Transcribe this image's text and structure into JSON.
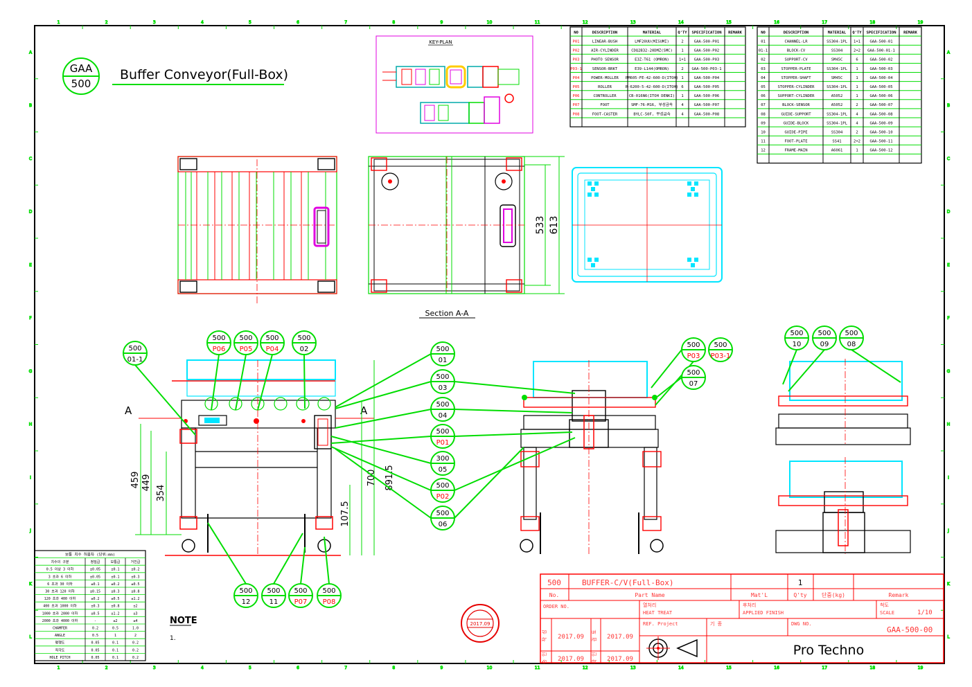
{
  "header": {
    "badge_top": "GAA",
    "badge_bottom": "500",
    "title": "Buffer Conveyor(Full-Box)"
  },
  "key_plan": {
    "label": "KEY-PLAN"
  },
  "section_label": "Section  A-A",
  "section_marks": [
    "A",
    "A"
  ],
  "dimensions": {
    "top": [
      "533",
      "613"
    ],
    "front": [
      "459",
      "449",
      "354",
      "107.5",
      "700",
      "891.5"
    ]
  },
  "bom_left": {
    "headers": [
      "NO",
      "DESCRIPTION",
      "MATERIAL",
      "Q'TY",
      "SPECIFICATION",
      "REMARK"
    ],
    "rows": [
      [
        "P01",
        "LINEAR-BUSH",
        "LMF20UU(MISUMI)",
        "2",
        "GAA-500-P01",
        ""
      ],
      [
        "P02",
        "AIR-CYLINDER",
        "CDQ2B32-20DMZ(SMC)",
        "1",
        "GAA-500-P02",
        ""
      ],
      [
        "P03",
        "PHOTO SENSOR",
        "E3Z-T61 (OMRON)",
        "1+1",
        "GAA-500-P03",
        ""
      ],
      [
        "P03-1",
        "SENSOR-BRKT",
        "E39-L144(OMRON)",
        "2",
        "GAA-500-P03-1",
        ""
      ],
      [
        "P04",
        "POWER-MOLLER",
        "PM605-FE-42-600-D(ITOH)",
        "1",
        "GAA-500-P04",
        ""
      ],
      [
        "P05",
        "ROLLER",
        "R-6200-5-42-600-D(ITOH)",
        "6",
        "GAA-500-P05",
        ""
      ],
      [
        "P06",
        "CONTROLLER",
        "CB-016N6(ITOH DENKI)",
        "1",
        "GAA-500-P06",
        ""
      ],
      [
        "P07",
        "FOOT",
        "SMF-76-M16, 부성금속",
        "4",
        "GAA-500-P07",
        ""
      ],
      [
        "P08",
        "FOOT-CASTER",
        "BYLC-50F, 부성금속",
        "4",
        "GAA-500-P08",
        ""
      ],
      [
        "",
        "",
        "",
        "",
        "",
        ""
      ]
    ]
  },
  "bom_right": {
    "headers": [
      "NO",
      "DESCRIPTION",
      "MATERIAL",
      "Q'TY",
      "SPECIFICATION",
      "REMARK"
    ],
    "rows": [
      [
        "01",
        "CHANNEL-LR",
        "SS304-1PL",
        "1+1",
        "GAA-500-01",
        ""
      ],
      [
        "01-1",
        "BLOCK-CV",
        "SS304",
        "2+2",
        "GAA-500-01-1",
        ""
      ],
      [
        "02",
        "SUPPORT-CV",
        "SM45C",
        "6",
        "GAA-500-02",
        ""
      ],
      [
        "03",
        "STOPPER-PLATE",
        "SS304-1PL",
        "1",
        "GAA-500-03",
        ""
      ],
      [
        "04",
        "STOPPER-SHAFT",
        "SM45C",
        "1",
        "GAA-500-04",
        ""
      ],
      [
        "05",
        "STOPPER-CYLINDER",
        "SS304-1PL",
        "1",
        "GAA-500-05",
        ""
      ],
      [
        "06",
        "SUPPORT-CYLINDER",
        "A5052",
        "1",
        "GAA-500-06",
        ""
      ],
      [
        "07",
        "BLOCK-SENSOR",
        "A5052",
        "2",
        "GAA-500-07",
        ""
      ],
      [
        "08",
        "GUIDE-SUPPORT",
        "SS304-1PL",
        "4",
        "GAA-500-08",
        ""
      ],
      [
        "09",
        "GUIDE-BLOCK",
        "SS304-1PL",
        "4",
        "GAA-500-09",
        ""
      ],
      [
        "10",
        "GUIDE-PIPE",
        "SS304",
        "2",
        "GAA-500-10",
        ""
      ],
      [
        "11",
        "FOOT-PLATE",
        "SS41",
        "2+2",
        "GAA-500-11",
        ""
      ],
      [
        "12",
        "FRAME-MAIN",
        "A6061",
        "1",
        "GAA-500-12",
        ""
      ],
      [
        "",
        "",
        "",
        "",
        "",
        ""
      ]
    ]
  },
  "balloons": [
    {
      "top": "500",
      "bottom": "01-1",
      "red": false
    },
    {
      "top": "500",
      "bottom": "P06",
      "red": true
    },
    {
      "top": "500",
      "bottom": "P05",
      "red": true
    },
    {
      "top": "500",
      "bottom": "P04",
      "red": true
    },
    {
      "top": "500",
      "bottom": "02",
      "red": false
    },
    {
      "top": "500",
      "bottom": "01",
      "red": false
    },
    {
      "top": "500",
      "bottom": "03",
      "red": false
    },
    {
      "top": "500",
      "bottom": "04",
      "red": false
    },
    {
      "top": "500",
      "bottom": "P01",
      "red": true
    },
    {
      "top": "300",
      "bottom": "05",
      "red": false
    },
    {
      "top": "500",
      "bottom": "P02",
      "red": true
    },
    {
      "top": "500",
      "bottom": "06",
      "red": false
    },
    {
      "top": "500",
      "bottom": "12",
      "red": false
    },
    {
      "top": "500",
      "bottom": "11",
      "red": false
    },
    {
      "top": "500",
      "bottom": "P07",
      "red": true
    },
    {
      "top": "500",
      "bottom": "P08",
      "red": true
    },
    {
      "top": "500",
      "bottom": "P03",
      "red": true
    },
    {
      "top": "500",
      "bottom": "P03-1",
      "red": true
    },
    {
      "top": "500",
      "bottom": "07",
      "red": false
    },
    {
      "top": "500",
      "bottom": "10",
      "red": false
    },
    {
      "top": "500",
      "bottom": "09",
      "red": false
    },
    {
      "top": "500",
      "bottom": "08",
      "red": false
    }
  ],
  "tolerance_table": {
    "title": "보통 치수 허용차 (단위:mm)",
    "rows": [
      [
        "치수의 구분",
        "정밀급",
        "보통급",
        "거친급"
      ],
      [
        "0.5 이상 3 이하",
        "±0.05",
        "±0.1",
        "±0.2"
      ],
      [
        "3 초과 6 이하",
        "±0.05",
        "±0.1",
        "±0.3"
      ],
      [
        "6 초과 30 이하",
        "±0.1",
        "±0.2",
        "±0.5"
      ],
      [
        "30 초과 120 이하",
        "±0.15",
        "±0.3",
        "±0.8"
      ],
      [
        "120 초과 400 이하",
        "±0.2",
        "±0.5",
        "±1.2"
      ],
      [
        "400 초과 1000 이하",
        "±0.3",
        "±0.8",
        "±2"
      ],
      [
        "1000 초과 2000 이하",
        "±0.5",
        "±1.2",
        "±3"
      ],
      [
        "2000 초과 4000 이하",
        "-",
        "±2",
        "±4"
      ],
      [
        "CHAMFER",
        "0.2",
        "0.5",
        "1.0"
      ],
      [
        "ANGLE",
        "0.5",
        "1",
        "2"
      ],
      [
        "평행도",
        "0.05",
        "0.1",
        "0.2"
      ],
      [
        "직각도",
        "0.05",
        "0.1",
        "0.2"
      ],
      [
        "HOLE PITCH",
        "0.05",
        "0.1",
        "0.2"
      ]
    ]
  },
  "note": {
    "title": "NOTE",
    "items": [
      "1."
    ]
  },
  "stamp": {
    "text": "2017.09"
  },
  "title_block": {
    "part_no": "500",
    "part_name": "BUFFER-C/V(Full-Box)",
    "qty": "1",
    "col_no": "No.",
    "col_part_name": "Part Name",
    "col_material": "Mat'L",
    "col_qty": "Q'ty",
    "col_weight": "단중(kg)",
    "col_remark": "Remark",
    "order_no": "ORDER NO.",
    "heat_treat_kr": "열처리",
    "heat_treat": "HEAT TREAT",
    "finish_kr": "후처리",
    "finish": "APPLIED FINISH",
    "scale_kr": "척도",
    "scale_label": "SCALE",
    "scale": "1/10",
    "ref_project": "REF. Project",
    "gi_jong": "기 종",
    "dwg_no_label": "DWG NO.",
    "dwg_no": "GAA-500-00",
    "dates": [
      "2017.09",
      "2017.09",
      "2017.09",
      "2017.09"
    ],
    "roles": [
      "작 성",
      "검 토",
      "승 인",
      "확 인"
    ],
    "company": "Pro Techno"
  },
  "border_ticks": {
    "columns": [
      "1",
      "2",
      "3",
      "4",
      "5",
      "6",
      "7",
      "8",
      "9",
      "10",
      "11",
      "12",
      "13",
      "14",
      "15",
      "16",
      "17",
      "18",
      "19"
    ],
    "rows": [
      "A",
      "B",
      "C",
      "D",
      "E",
      "F",
      "G",
      "H",
      "I",
      "J",
      "K",
      "L"
    ]
  },
  "colors": {
    "frame_green": "#00dd00",
    "red": "#ff0000",
    "cyan": "#00e5ff",
    "magenta": "#e000e0",
    "black": "#000000"
  }
}
